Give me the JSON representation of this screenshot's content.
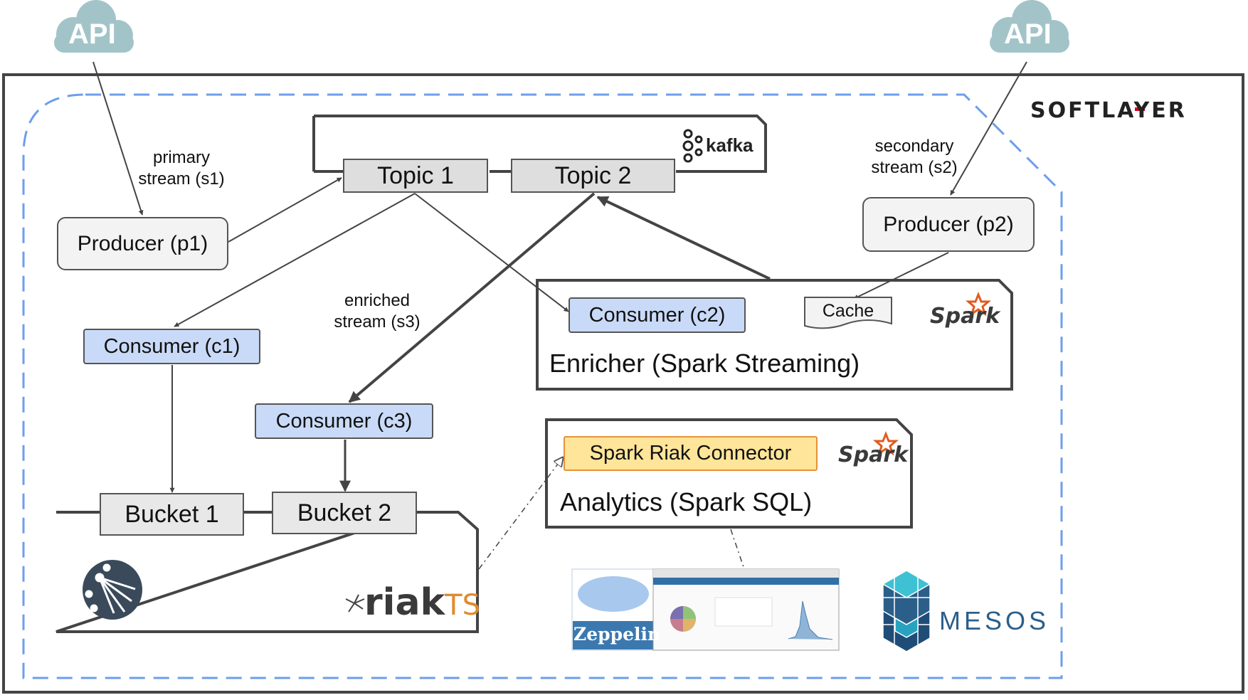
{
  "api": {
    "left": "API",
    "right": "API"
  },
  "softlayer": "SOFTLAYER",
  "kafka": "kafka",
  "topics": [
    "Topic 1",
    "Topic 2"
  ],
  "producers": {
    "p1": "Producer (p1)",
    "p2": "Producer (p2)"
  },
  "streams": {
    "primary": [
      "primary",
      "stream (s1)"
    ],
    "secondary": [
      "secondary",
      "stream (s2)"
    ],
    "enriched": [
      "enriched",
      "stream (s3)"
    ]
  },
  "consumers": {
    "c1": "Consumer (c1)",
    "c2": "Consumer (c2)",
    "c3": "Consumer (c3)"
  },
  "cache": "Cache",
  "spark": "Spark",
  "enricher": "Enricher (Spark Streaming)",
  "connector": "Spark Riak Connector",
  "analytics": "Analytics (Spark SQL)",
  "buckets": [
    "Bucket 1",
    "Bucket 2"
  ],
  "riak": {
    "main": "riak",
    "suffix": "TS"
  },
  "zeppelin": "Zeppelin",
  "mesos": "MESOS",
  "colors": {
    "dashed_boundary": "#6d9eeb",
    "consumer_fill": "#c9daf8",
    "connector_fill": "#ffe599",
    "connector_border": "#e69138",
    "spark_star": "#e25a1c",
    "cloud": "#a2c4c9",
    "softlayer_accent": "#d0021b",
    "mesos_blue": "#2b5f8a"
  }
}
